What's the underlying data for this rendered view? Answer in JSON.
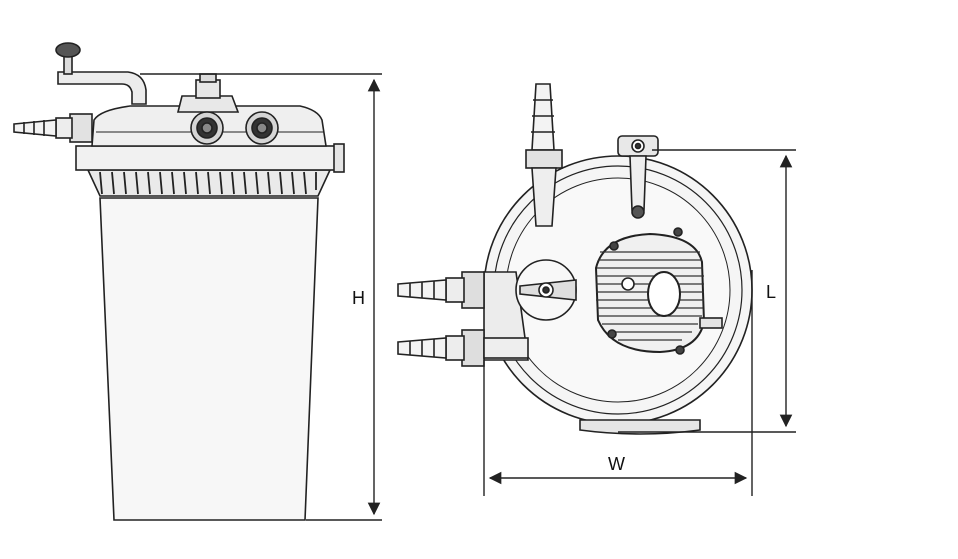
{
  "diagram": {
    "dimensions": {
      "height_label": "H",
      "length_label": "L",
      "width_label": "W"
    },
    "colors": {
      "stroke": "#222222",
      "fill_light": "#f4f4f4",
      "fill_mid": "#d9d9d9",
      "fill_dark": "#333333",
      "background": "#ffffff"
    }
  }
}
